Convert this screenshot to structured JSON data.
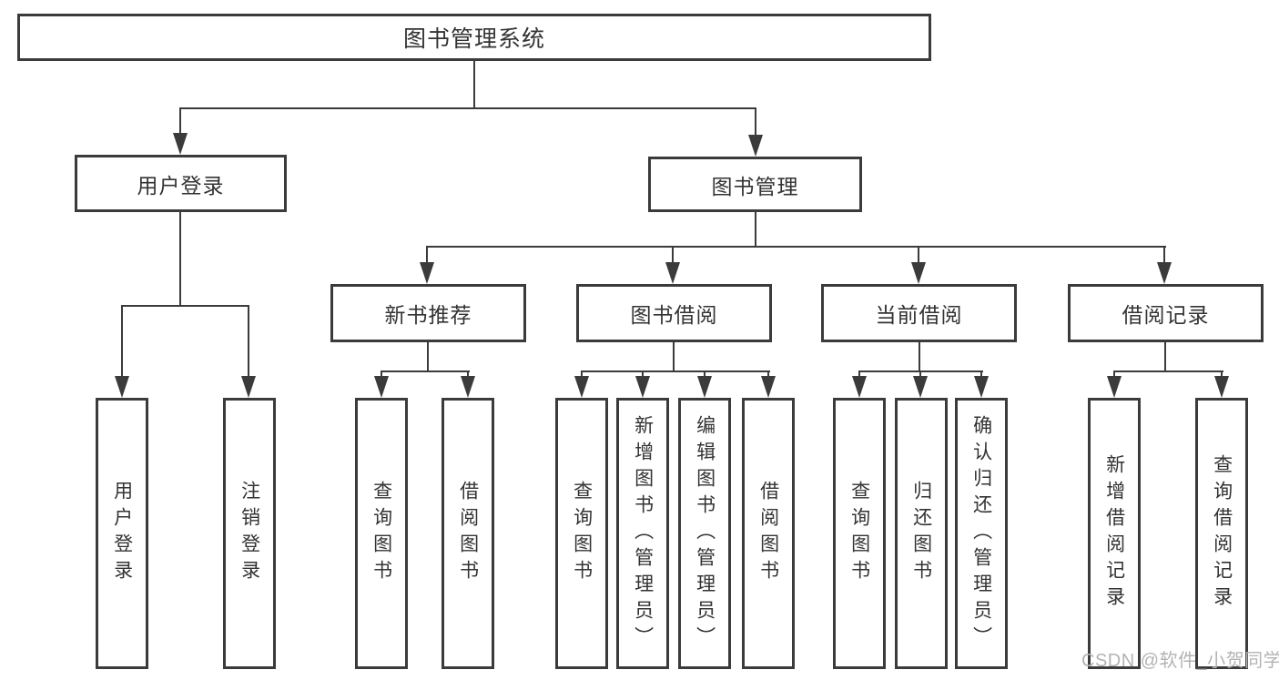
{
  "diagram": {
    "type": "hierarchy-tree",
    "colors": {
      "line": "#3b3b3b",
      "text": "#333333",
      "background": "#ffffff",
      "watermark": "#b3b3b3"
    },
    "tree": {
      "label": "图书管理系统",
      "children": [
        {
          "label": "用户登录",
          "children": [
            {
              "label": "用户登录"
            },
            {
              "label": "注销登录"
            }
          ]
        },
        {
          "label": "图书管理",
          "children": [
            {
              "label": "新书推荐",
              "children": [
                {
                  "label": "查询图书"
                },
                {
                  "label": "借阅图书"
                }
              ]
            },
            {
              "label": "图书借阅",
              "children": [
                {
                  "label": "查询图书"
                },
                {
                  "label": "新增图书（管理员）"
                },
                {
                  "label": "编辑图书（管理员）"
                },
                {
                  "label": "借阅图书"
                }
              ]
            },
            {
              "label": "当前借阅",
              "children": [
                {
                  "label": "查询图书"
                },
                {
                  "label": "归还图书"
                },
                {
                  "label": "确认归还（管理员）"
                }
              ]
            },
            {
              "label": "借阅记录",
              "children": [
                {
                  "label": "新增借阅记录"
                },
                {
                  "label": "查询借阅记录"
                }
              ]
            }
          ]
        }
      ]
    },
    "watermark": {
      "text": "CSDN @软件_小贺同学"
    }
  }
}
